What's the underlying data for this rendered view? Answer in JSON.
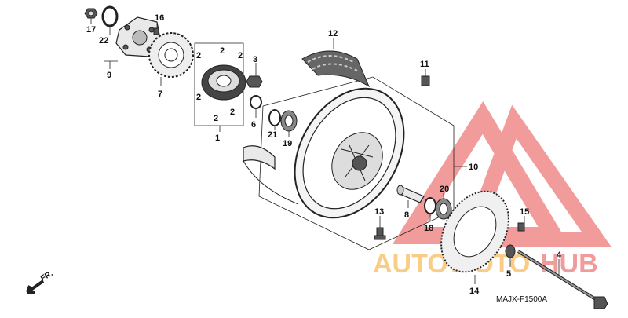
{
  "diagram_code": "MAJX-F1500A",
  "direction_label": "FR.",
  "watermark": {
    "text_a": "AUTO",
    "text_b": "MOTO",
    "text_c": "HUB",
    "color_orange": "#f5a623",
    "color_red": "#e84a4a"
  },
  "labels": {
    "p1": "1",
    "p2a": "2",
    "p2b": "2",
    "p2c": "2",
    "p2d": "2",
    "p2e": "2",
    "p2f": "2",
    "p3": "3",
    "p4": "4",
    "p5": "5",
    "p6": "6",
    "p7": "7",
    "p8": "8",
    "p9": "9",
    "p10": "10",
    "p11": "11",
    "p12": "12",
    "p13": "13",
    "p14": "14",
    "p15": "15",
    "p16": "16",
    "p17": "17",
    "p18": "18",
    "p19": "19",
    "p20": "20",
    "p21": "21",
    "p22": "22"
  }
}
